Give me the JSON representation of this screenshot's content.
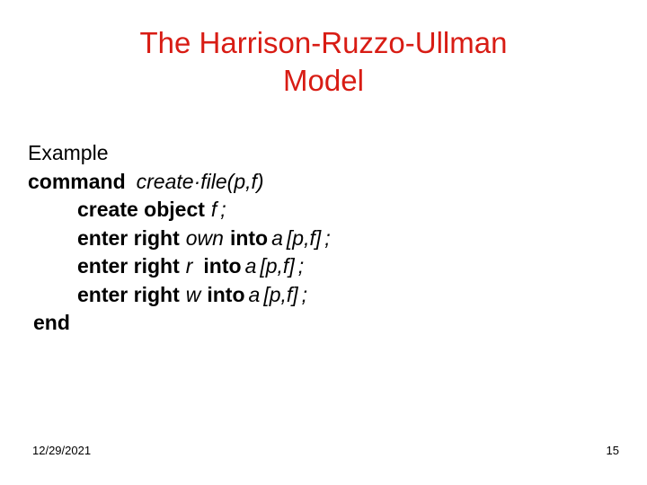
{
  "slide": {
    "title_line1": "The Harrison-Ruzzo-Ullman",
    "title_line2": "Model",
    "title_color": "#d81c14",
    "background_color": "#ffffff",
    "text_color": "#000000"
  },
  "body": {
    "heading": "Example",
    "lines": [
      {
        "indent": 0,
        "parts": [
          {
            "text": "command",
            "style": "bold"
          },
          {
            "text": "create",
            "style": "italic"
          },
          {
            "text": "·",
            "style": "italic"
          },
          {
            "text": "file",
            "style": "italic"
          },
          {
            "text": "(p,f)",
            "style": "italic"
          }
        ]
      },
      {
        "indent": 1,
        "parts": [
          {
            "text": "create object",
            "style": "bold"
          },
          {
            "text": "f",
            "style": "italic"
          },
          {
            "text": ";",
            "style": "italic"
          }
        ]
      },
      {
        "indent": 1,
        "parts": [
          {
            "text": "enter right",
            "style": "bold"
          },
          {
            "text": "own",
            "style": "italic"
          },
          {
            "text": "into",
            "style": "bold"
          },
          {
            "text": "a",
            "style": "italic"
          },
          {
            "text": "[p,f]",
            "style": "italic"
          },
          {
            "text": ";",
            "style": "italic"
          }
        ]
      },
      {
        "indent": 1,
        "parts": [
          {
            "text": "enter right",
            "style": "bold"
          },
          {
            "text": "r",
            "style": "italic"
          },
          {
            "text": "into",
            "style": "bold"
          },
          {
            "text": "a",
            "style": "italic"
          },
          {
            "text": "[p,f]",
            "style": "italic"
          },
          {
            "text": ";",
            "style": "italic"
          }
        ]
      },
      {
        "indent": 1,
        "parts": [
          {
            "text": "enter right",
            "style": "bold"
          },
          {
            "text": "w",
            "style": "italic"
          },
          {
            "text": "into",
            "style": "bold"
          },
          {
            "text": "a",
            "style": "italic"
          },
          {
            "text": "[p,f]",
            "style": "italic"
          },
          {
            "text": ";",
            "style": "italic"
          }
        ]
      }
    ],
    "end_keyword": "end",
    "line_texts": {
      "command_line": "command  create·file(p,f)",
      "create_object_line": "create object f ;",
      "enter_own_line": "enter right  own  into a [p,f] ;",
      "enter_r_line": "enter right  r   into a [p,f] ;",
      "enter_w_line": "enter right  w  into a [p,f] ;"
    }
  },
  "footer": {
    "date": "12/29/2021",
    "page_number": "15"
  }
}
